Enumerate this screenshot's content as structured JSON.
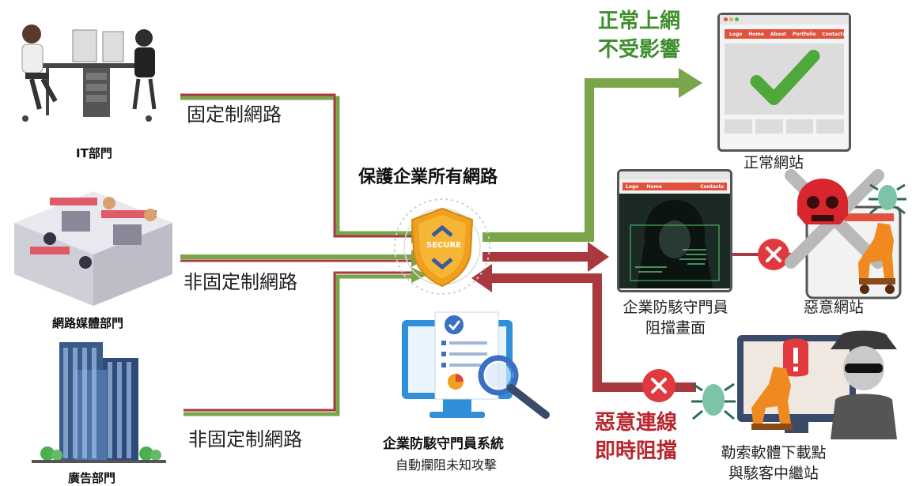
{
  "sources": {
    "it_dept": "IT部門",
    "media_dept": "網路媒體部門",
    "ad_dept": "廣告部門",
    "fixed_network": "固定制網路",
    "non_fixed_network_1": "非固定制網路",
    "non_fixed_network_2": "非固定制網路"
  },
  "center": {
    "title": "保護企業所有網路",
    "shield_text": "SECURE",
    "product_name": "企業防駭守門員系統",
    "product_desc": "自動攔阻未知攻擊"
  },
  "normal": {
    "label_line1": "正常上網",
    "label_line2": "不受影響",
    "site_caption": "正常網站",
    "nav": [
      "Logo",
      "Home",
      "About",
      "Portfolio",
      "Contacts"
    ]
  },
  "malicious": {
    "block_caption_line1": "企業防駭守門員",
    "block_caption_line2": "阻擋畫面",
    "site_caption": "惡意網站",
    "nav": [
      "Logo",
      "Home",
      "Contacts"
    ]
  },
  "attack": {
    "label_line1": "惡意連線",
    "label_line2": "即時阻擋",
    "caption_line1": "勒索軟體下載點",
    "caption_line2": "與駭客中繼站"
  },
  "colors": {
    "green": "#7aa54a",
    "red": "#a8393e",
    "accent_red": "#e03a3e",
    "shield_orange": "#f0a020"
  }
}
